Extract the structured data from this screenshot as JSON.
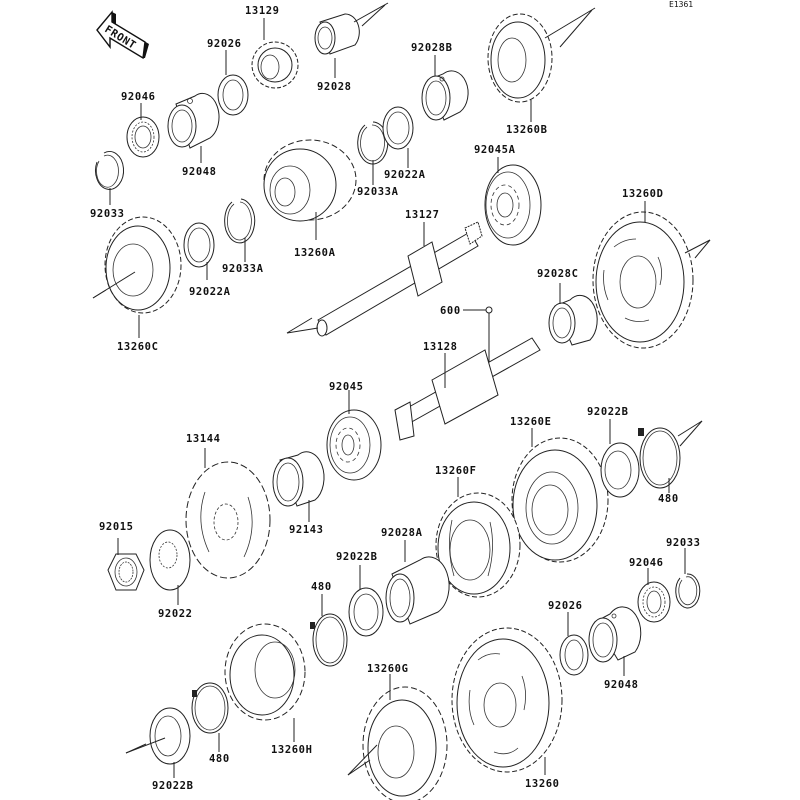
{
  "diagram": {
    "code": "E1361",
    "front_label": "FRONT",
    "labels": {
      "p13129": "13129",
      "p92026_top": "92026",
      "p92028": "92028",
      "p92028B": "92028B",
      "p13260B": "13260B",
      "p92046_top": "92046",
      "p92048_top": "92048",
      "p92033_top": "92033",
      "p92022A_top": "92022A",
      "p92033A_top": "92033A",
      "p13260A": "13260A",
      "p92045A": "92045A",
      "p13127": "13127",
      "p13260D": "13260D",
      "p92022A_left": "92022A",
      "p92033A_left": "92033A",
      "p13260C": "13260C",
      "p92028C": "92028C",
      "p600": "600",
      "p13128": "13128",
      "p92045": "92045",
      "p13144": "13144",
      "p92143": "92143",
      "p92015": "92015",
      "p92022": "92022",
      "p13260E": "13260E",
      "p92022B_right": "92022B",
      "p480_right": "480",
      "p13260F": "13260F",
      "p92028A": "92028A",
      "p92022B_mid": "92022B",
      "p480_mid": "480",
      "p92033_bottom": "92033",
      "p92046_bottom": "92046",
      "p92026_bottom": "92026",
      "p92048_bottom": "92048",
      "p13260G": "13260G",
      "p13260H": "13260H",
      "p480_low": "480",
      "p92022B_low": "92022B",
      "p13260": "13260"
    }
  }
}
